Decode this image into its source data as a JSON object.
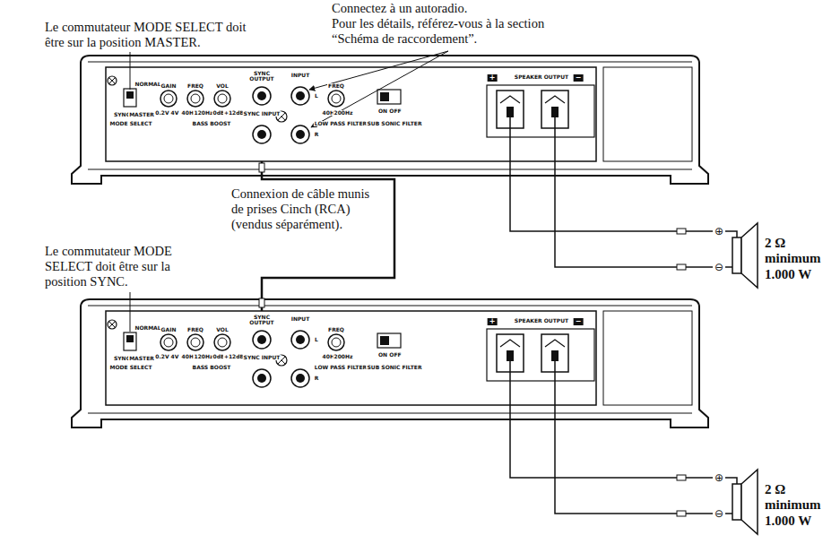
{
  "diagram": {
    "nodes": [
      {
        "text": [
          "NORMAL",
          "SYNC",
          "MASTER",
          "MODE SELECT",
          "GAIN",
          "0.2V",
          "4V",
          "FREQ",
          "40Hz",
          "120Hz",
          "VOL",
          "0dB",
          "+12dB",
          "BASS BOOST",
          "SYNC OUTPUT",
          "SYNC INPUT",
          "INPUT",
          "L",
          "R",
          "FREQ",
          "40Hz",
          "200Hz",
          "LOW PASS FILTER",
          "ON",
          "OFF",
          "SUB SONIC FILTER",
          "+",
          "SPEAKER OUTPUT",
          "−"
        ]
      },
      {
        "text": [
          "2 Ω minimum 1.000 W"
        ]
      },
      {
        "text": [
          "NORMAL",
          "SYNC",
          "MASTER",
          "MODE SELECT",
          "GAIN",
          "0.2V",
          "4V",
          "FREQ",
          "40Hz",
          "120Hz",
          "VOL",
          "0dB",
          "+12dB",
          "BASS BOOST",
          "SYNC OUTPUT",
          "SYNC INPUT",
          "INPUT",
          "L",
          "R",
          "FREQ",
          "40Hz",
          "200Hz",
          "LOW PASS FILTER",
          "ON",
          "OFF",
          "SUB SONIC FILTER",
          "+",
          "SPEAKER OUTPUT",
          "−"
        ]
      },
      {
        "text": [
          "2 Ω minimum 1.000 W"
        ]
      }
    ],
    "edges": [
      {
        "from": 0,
        "to": 1,
        "label": "⊕",
        "arrow": "none"
      },
      {
        "from": 0,
        "to": 1,
        "label": "⊖",
        "arrow": "none"
      },
      {
        "from": 0,
        "to": 2,
        "arrow": "none"
      },
      {
        "from": 2,
        "to": 3,
        "label": "⊕",
        "arrow": "none"
      },
      {
        "from": 2,
        "to": 3,
        "label": "⊖",
        "arrow": "none"
      }
    ],
    "labels": [
      "Le commutateur MODE SELECT doit être sur la position MASTER.",
      "Connectez à un autoradio.",
      "Pour les détails, référez-vous à la section “Schéma de raccordement”.",
      "Connexion de câble munis de prises Cinch (RCA) (vendus séparément).",
      "Le commutateur MODE SELECT doit être sur la position SYNC."
    ]
  }
}
